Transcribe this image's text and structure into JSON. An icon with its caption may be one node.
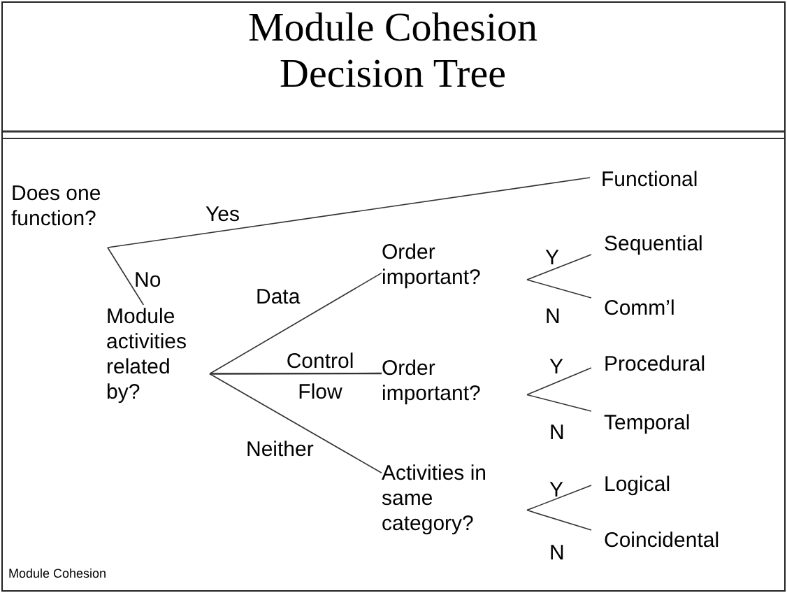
{
  "diagram": {
    "title": "Module Cohesion Decision Tree",
    "nodes": [
      {
        "text": [
          "Does one function?"
        ]
      },
      {
        "text": [
          "Functional"
        ]
      },
      {
        "text": [
          "Module activities related by?"
        ]
      },
      {
        "text": [
          "Order important?"
        ]
      },
      {
        "text": [
          "Order important?"
        ]
      },
      {
        "text": [
          "Activities in same category?"
        ]
      },
      {
        "text": [
          "Sequential"
        ]
      },
      {
        "text": [
          "Comm’l"
        ]
      },
      {
        "text": [
          "Procedural"
        ]
      },
      {
        "text": [
          "Temporal"
        ]
      },
      {
        "text": [
          "Logical"
        ]
      },
      {
        "text": [
          "Coincidental"
        ]
      }
    ],
    "edges": [
      {
        "from": 0,
        "to": 1,
        "arrow": "none",
        "label": "Yes"
      },
      {
        "from": 0,
        "to": 2,
        "arrow": "none",
        "label": "No"
      },
      {
        "from": 2,
        "to": 3,
        "arrow": "none",
        "label": "Data"
      },
      {
        "from": 2,
        "to": 4,
        "arrow": "none",
        "label": "Control Flow"
      },
      {
        "from": 2,
        "to": 5,
        "arrow": "none",
        "label": "Neither"
      },
      {
        "from": 3,
        "to": 6,
        "arrow": "none",
        "label": "Y"
      },
      {
        "from": 3,
        "to": 7,
        "arrow": "none",
        "label": "N"
      },
      {
        "from": 4,
        "to": 8,
        "arrow": "none",
        "label": "Y"
      },
      {
        "from": 4,
        "to": 9,
        "arrow": "none",
        "label": "N"
      },
      {
        "from": 5,
        "to": 10,
        "arrow": "none",
        "label": "Y"
      },
      {
        "from": 5,
        "to": 11,
        "arrow": "none",
        "label": "N"
      }
    ],
    "labels": [
      "Module Cohesion"
    ]
  }
}
